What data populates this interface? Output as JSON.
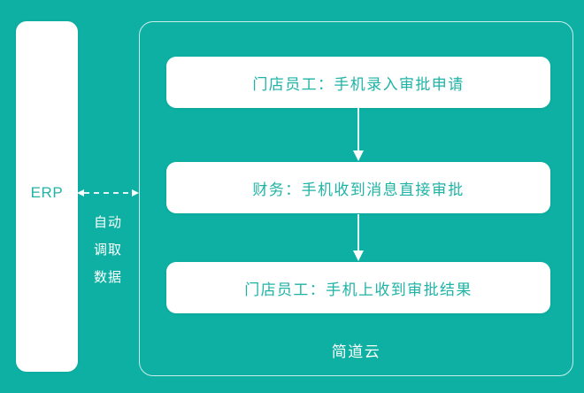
{
  "diagram": {
    "background_color": "#0DB0A3",
    "card_text_color": "#1FB3A6",
    "frame_label": "简道云",
    "legacy_system": {
      "label": "ERP",
      "connector_icon": "bidirectional-dashed-arrow-icon",
      "connector_caption_lines": [
        "自动",
        "调取",
        "数据"
      ]
    },
    "steps": [
      {
        "id": "step-1",
        "text": "门店员工：手机录入审批申请"
      },
      {
        "id": "step-2",
        "text": "财务：手机收到消息直接审批"
      },
      {
        "id": "step-3",
        "text": "门店员工：手机上收到审批结果"
      }
    ],
    "connectors": [
      {
        "id": "arrow-1",
        "icon": "arrow-down-icon",
        "from": "step-1",
        "to": "step-2"
      },
      {
        "id": "arrow-2",
        "icon": "arrow-down-icon",
        "from": "step-2",
        "to": "step-3"
      }
    ]
  }
}
